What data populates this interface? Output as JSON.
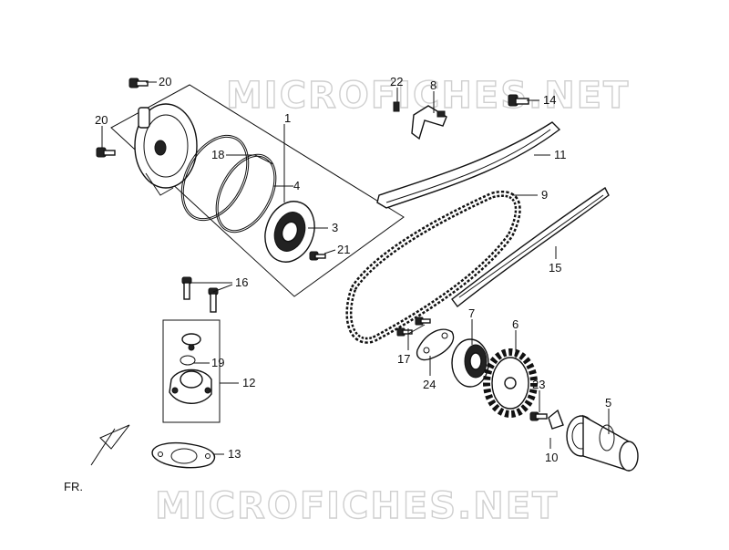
{
  "watermark": {
    "top": "MICROFICHES.NET",
    "bottom": "MICROFICHES.NET"
  },
  "front_marker": "FR.",
  "callouts": [
    {
      "id": "c1",
      "label": "1"
    },
    {
      "id": "c3",
      "label": "3"
    },
    {
      "id": "c4",
      "label": "4"
    },
    {
      "id": "c5",
      "label": "5"
    },
    {
      "id": "c6",
      "label": "6"
    },
    {
      "id": "c7",
      "label": "7"
    },
    {
      "id": "c8",
      "label": "8"
    },
    {
      "id": "c9",
      "label": "9"
    },
    {
      "id": "c10",
      "label": "10"
    },
    {
      "id": "c11",
      "label": "11"
    },
    {
      "id": "c12",
      "label": "12"
    },
    {
      "id": "c13",
      "label": "13"
    },
    {
      "id": "c14",
      "label": "14"
    },
    {
      "id": "c15",
      "label": "15"
    },
    {
      "id": "c16",
      "label": "16"
    },
    {
      "id": "c17",
      "label": "17"
    },
    {
      "id": "c18",
      "label": "18"
    },
    {
      "id": "c19",
      "label": "19"
    },
    {
      "id": "c20a",
      "label": "20"
    },
    {
      "id": "c20b",
      "label": "20"
    },
    {
      "id": "c21",
      "label": "21"
    },
    {
      "id": "c22",
      "label": "22"
    },
    {
      "id": "c23",
      "label": "23"
    },
    {
      "id": "c24",
      "label": "24"
    }
  ]
}
